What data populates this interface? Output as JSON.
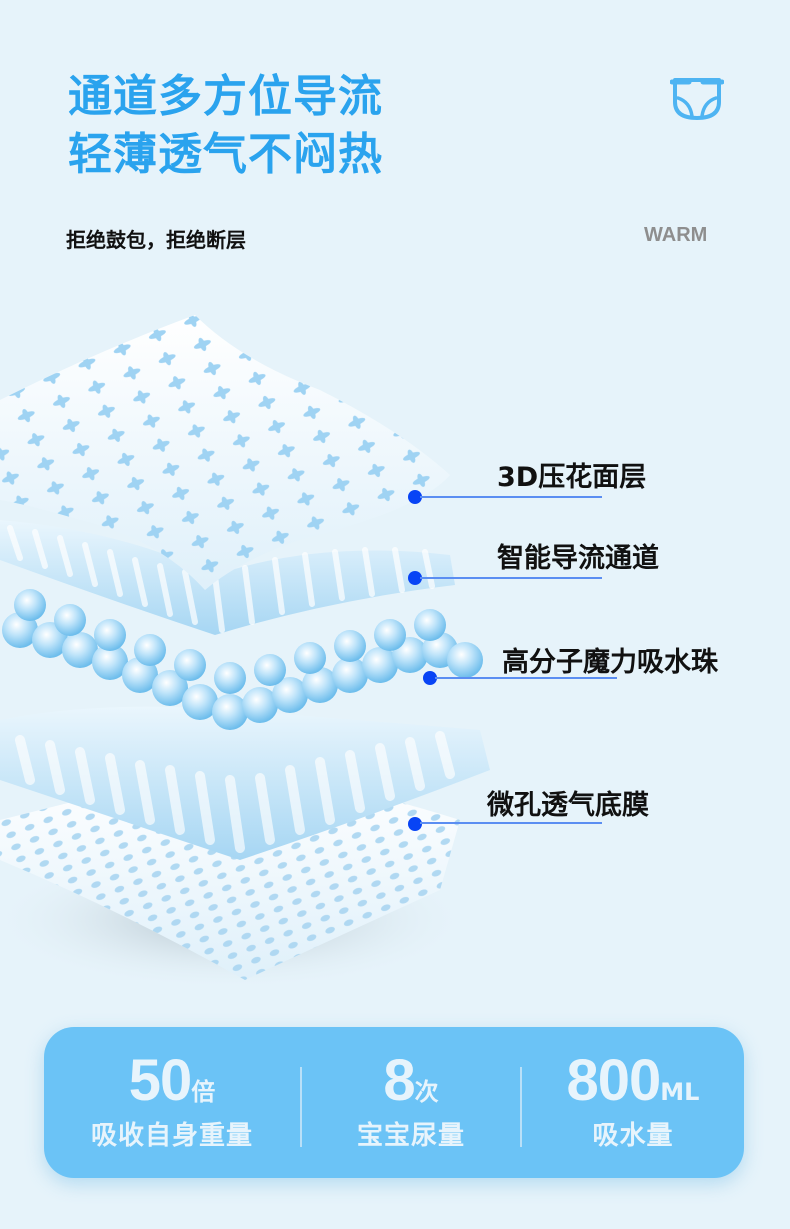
{
  "header": {
    "headline_line1": "通道多方位导流",
    "headline_line2": "轻薄透气不闷热",
    "subline": "拒绝鼓包，拒绝断层",
    "brand_tag": "WARM",
    "icon": "diaper-icon",
    "accent_color": "#2aa3ee"
  },
  "layers": [
    {
      "label": "3D压花面层"
    },
    {
      "label": "智能导流通道"
    },
    {
      "label": "高分子魔力吸水珠"
    },
    {
      "label": "微孔透气底膜"
    }
  ],
  "callout_colors": {
    "dot": "#0844f5",
    "line": "#5b8ef2"
  },
  "stats": {
    "background": "#6bc3f6",
    "items": [
      {
        "value": "50",
        "unit": "倍",
        "label": "吸收自身重量"
      },
      {
        "value": "8",
        "unit": "次",
        "label": "宝宝尿量"
      },
      {
        "value": "800",
        "unit": "ML",
        "label": "吸水量"
      }
    ]
  }
}
